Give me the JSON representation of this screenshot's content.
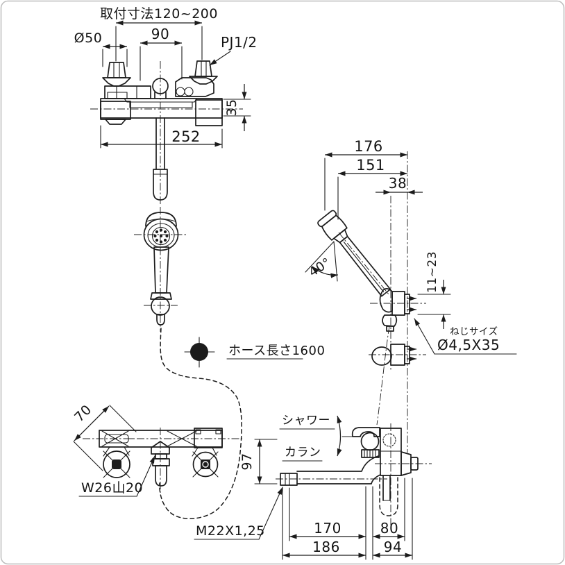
{
  "front": {
    "mounting_pitch": "取付寸法120~200",
    "flange_dia": "Ø50",
    "center_dist": "90",
    "thread": "PJ1/2",
    "body_height": "35",
    "body_width": "252"
  },
  "shower": {
    "hose_length": "ホース長さ1600"
  },
  "upper_side": {
    "reach_total": "176",
    "reach_head": "151",
    "hook_offset": "38",
    "head_angle": "40°",
    "adjust_range": "11~23",
    "screw_caption": "ねじサイズ",
    "screw_size": "Ø4,5X35"
  },
  "top": {
    "depth": "70",
    "outlet_thread": "W26山20"
  },
  "lower_side": {
    "mode_shower": "シャワー",
    "mode_faucet": "カラン",
    "spout_drop": "97",
    "spout_thread": "M22X1,25",
    "reach_spout": "170",
    "wall_offset_a": "80",
    "reach_total": "186",
    "wall_offset_b": "94"
  }
}
